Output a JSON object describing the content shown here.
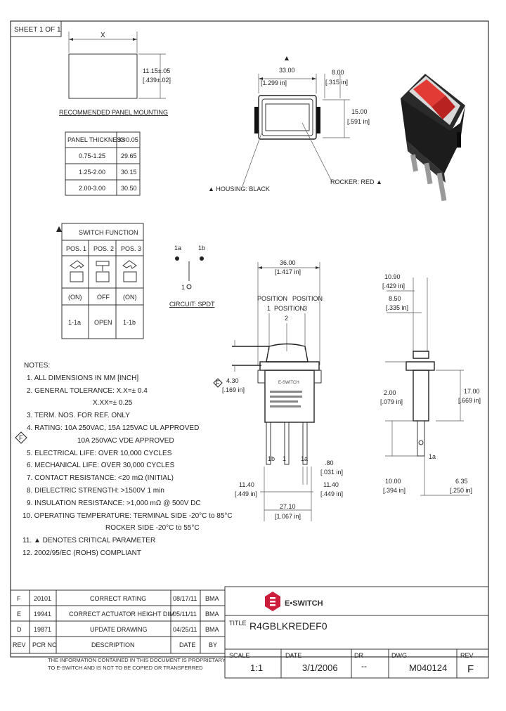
{
  "sheet_label": "SHEET 1 OF 1",
  "panel": {
    "x_label": "X",
    "height_dim": "11.15±.05",
    "height_dim_in": "[.439±.02]",
    "caption": "RECOMMENDED PANEL MOUNTING",
    "table_header": [
      "PANEL THICKNESS",
      "X=0.05"
    ],
    "table_rows": [
      [
        "0.75-1.25",
        "29.65"
      ],
      [
        "1.25-2.00",
        "30.15"
      ],
      [
        "2.00-3.00",
        "30.50"
      ]
    ]
  },
  "top_view": {
    "width_dim": "33.00",
    "width_dim_in": "[1.299 in]",
    "depth_dim": "8.00",
    "depth_dim_in": "[.315 in]",
    "height_dim": "15.00",
    "height_dim_in": "[.591 in]",
    "housing_label": "▲ HOUSING: BLACK",
    "rocker_label": "ROCKER: RED ▲",
    "housing_color": "#1a1a1a",
    "rocker_color": "#d42a2a"
  },
  "switch_function": {
    "title": "SWITCH FUNCTION",
    "positions": [
      "POS. 1",
      "POS. 2",
      "POS. 3"
    ],
    "states": [
      "(ON)",
      "OFF",
      "(ON)"
    ],
    "connections": [
      "1-1a",
      "OPEN",
      "1-1b"
    ]
  },
  "circuit": {
    "t1a": "1a",
    "t1b": "1b",
    "t1": "1",
    "caption": "CIRCUIT: SPDT"
  },
  "front_view": {
    "width_dim": "36.00",
    "width_dim_in": "[1.417 in]",
    "position_labels": [
      "POSITION",
      "POSITION",
      "POSITION"
    ],
    "position_nums": [
      "1",
      "2",
      "3"
    ],
    "actuator_dim": "4.30",
    "actuator_dim_in": "[.169 in]",
    "term_labels": [
      "1b",
      "1",
      "1a"
    ],
    "term_width": ".80",
    "term_width_in": "[.031 in]",
    "left_dim": "11.40",
    "left_dim_in": "[.449 in]",
    "right_dim": "11.40",
    "right_dim_in": "[.449 in]",
    "bottom_dim": "27.10",
    "bottom_dim_in": "[1.067 in]",
    "body_marking": "E-SWITCH"
  },
  "side_view": {
    "d1": "10.90",
    "d1_in": "[.429 in]",
    "d2": "8.50",
    "d2_in": "[.335 in]",
    "d3": "2.00",
    "d3_in": "[.079 in]",
    "d4": "17.00",
    "d4_in": "[.669 in]",
    "d5": "10.00",
    "d5_in": "[.394 in]",
    "d6": "6.35",
    "d6_in": "[.250 in]",
    "term": "1a"
  },
  "notes": {
    "title": "NOTES:",
    "items": [
      "1. ALL DIMENSIONS IN MM [INCH]",
      "2. GENERAL TOLERANCE: X.X=± 0.4",
      "X.XX=± 0.25",
      "3. TERM. NOS. FOR REF. ONLY",
      "4. RATING: 10A 250VAC, 15A 125VAC UL APPROVED",
      "10A 250VAC VDE APPROVED",
      "5. ELECTRICAL LIFE: OVER 10,000 CYCLES",
      "6. MECHANICAL LIFE: OVER 30,000 CYCLES",
      "7. CONTACT RESISTANCE: <20 mΩ (INITIAL)",
      "8. DIELECTRIC STRENGTH: >1500V 1 min",
      "9. INSULATION RESISTANCE: >1,000 mΩ @ 500V DC",
      "10. OPERATING TEMPERATURE: TERMINAL SIDE -20°C to 85°C",
      "ROCKER SIDE -20°C to 55°C",
      "11. ▲ DENOTES CRITICAL PARAMETER",
      "12. 2002/95/EC (ROHS) COMPLIANT"
    ]
  },
  "flag_letter": "F",
  "revisions": {
    "rows": [
      [
        "F",
        "20101",
        "CORRECT RATING",
        "08/17/11",
        "BMA"
      ],
      [
        "E",
        "19941",
        "CORRECT ACTUATOR HEIGHT DIM",
        "05/11/11",
        "BMA"
      ],
      [
        "D",
        "19871",
        "UPDATE DRAWING",
        "04/25/11",
        "BMA"
      ]
    ],
    "headers": [
      "REV",
      "PCR NO",
      "DESCRIPTION",
      "DATE",
      "BY"
    ]
  },
  "proprietary": [
    "THE INFORMATION CONTAINED IN THIS DOCUMENT IS PROPRIETARY",
    "TO E-SWITCH AND IS NOT TO BE COPIED OR TRANSFERRED"
  ],
  "title_block": {
    "company": "E•SWITCH",
    "title_label": "TITLE",
    "title": "R4GBLKREDEF0",
    "scale_label": "SCALE",
    "scale": "1:1",
    "date_label": "DATE",
    "date": "3/1/2006",
    "dr_label": "DR",
    "dr": "--",
    "dwg_label": "DWG",
    "dwg": "M040124",
    "rev_label": "REV",
    "rev": "F",
    "logo_color": "#cc1e3c"
  }
}
